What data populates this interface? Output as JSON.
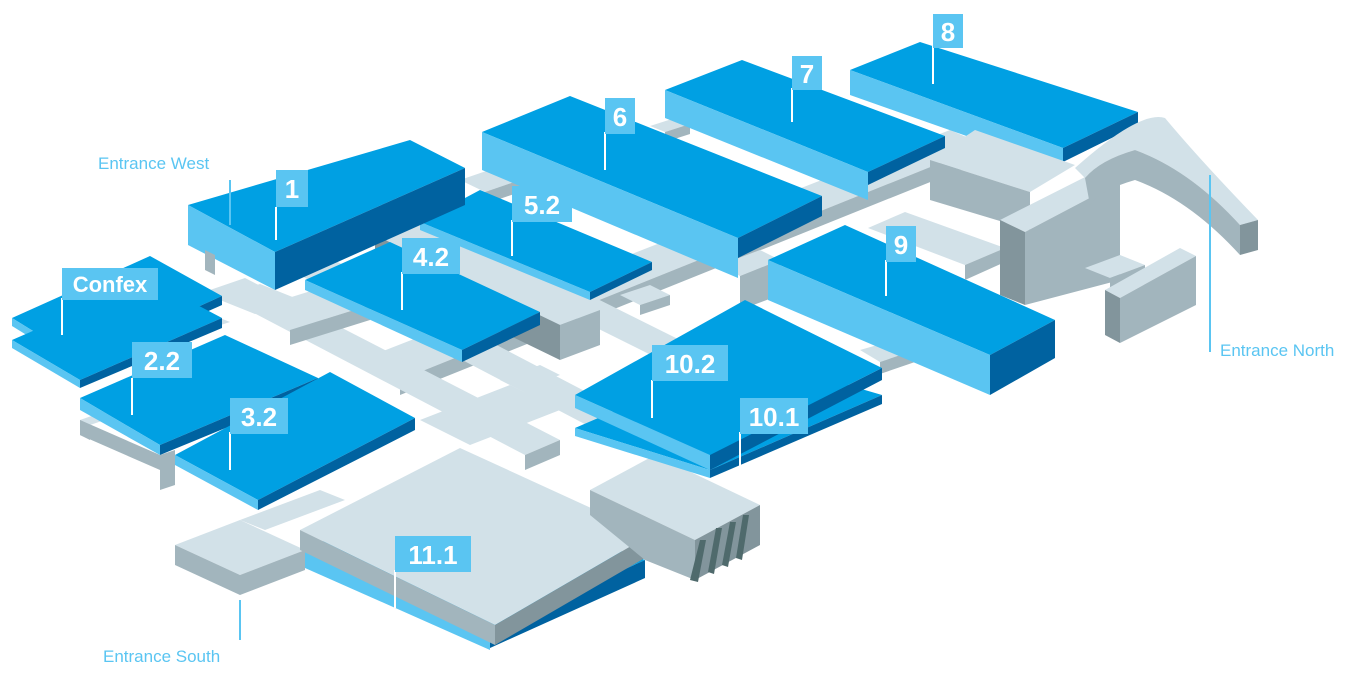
{
  "map": {
    "halls": [
      {
        "id": "h1",
        "label": "1"
      },
      {
        "id": "h2",
        "label": "2.2"
      },
      {
        "id": "h3",
        "label": "3.2"
      },
      {
        "id": "h4",
        "label": "4.2"
      },
      {
        "id": "h5",
        "label": "5.2"
      },
      {
        "id": "h6",
        "label": "6"
      },
      {
        "id": "h7",
        "label": "7"
      },
      {
        "id": "h8",
        "label": "8"
      },
      {
        "id": "h9",
        "label": "9"
      },
      {
        "id": "h102",
        "label": "10.2"
      },
      {
        "id": "h101",
        "label": "10.1"
      },
      {
        "id": "h111",
        "label": "11.1"
      },
      {
        "id": "confex",
        "label": "Confex"
      }
    ],
    "entrances": {
      "west": "Entrance West",
      "north": "Entrance North",
      "south": "Entrance South"
    }
  },
  "colors": {
    "hall_top": "#00a0e3",
    "hall_side_light": "#5ac5f2",
    "hall_side_dark": "#0062a0",
    "label_bg": "#5ac5f2",
    "walkway_top": "#d2e1e8",
    "walkway_side": "#a2b5bd",
    "walkway_dark": "#82959c",
    "entrance_text": "#5ac5f2",
    "leader_line": "#5ac5f2",
    "background": "#ffffff"
  },
  "icons": [
    "entrance-north-arch",
    "entrance-canopy"
  ]
}
